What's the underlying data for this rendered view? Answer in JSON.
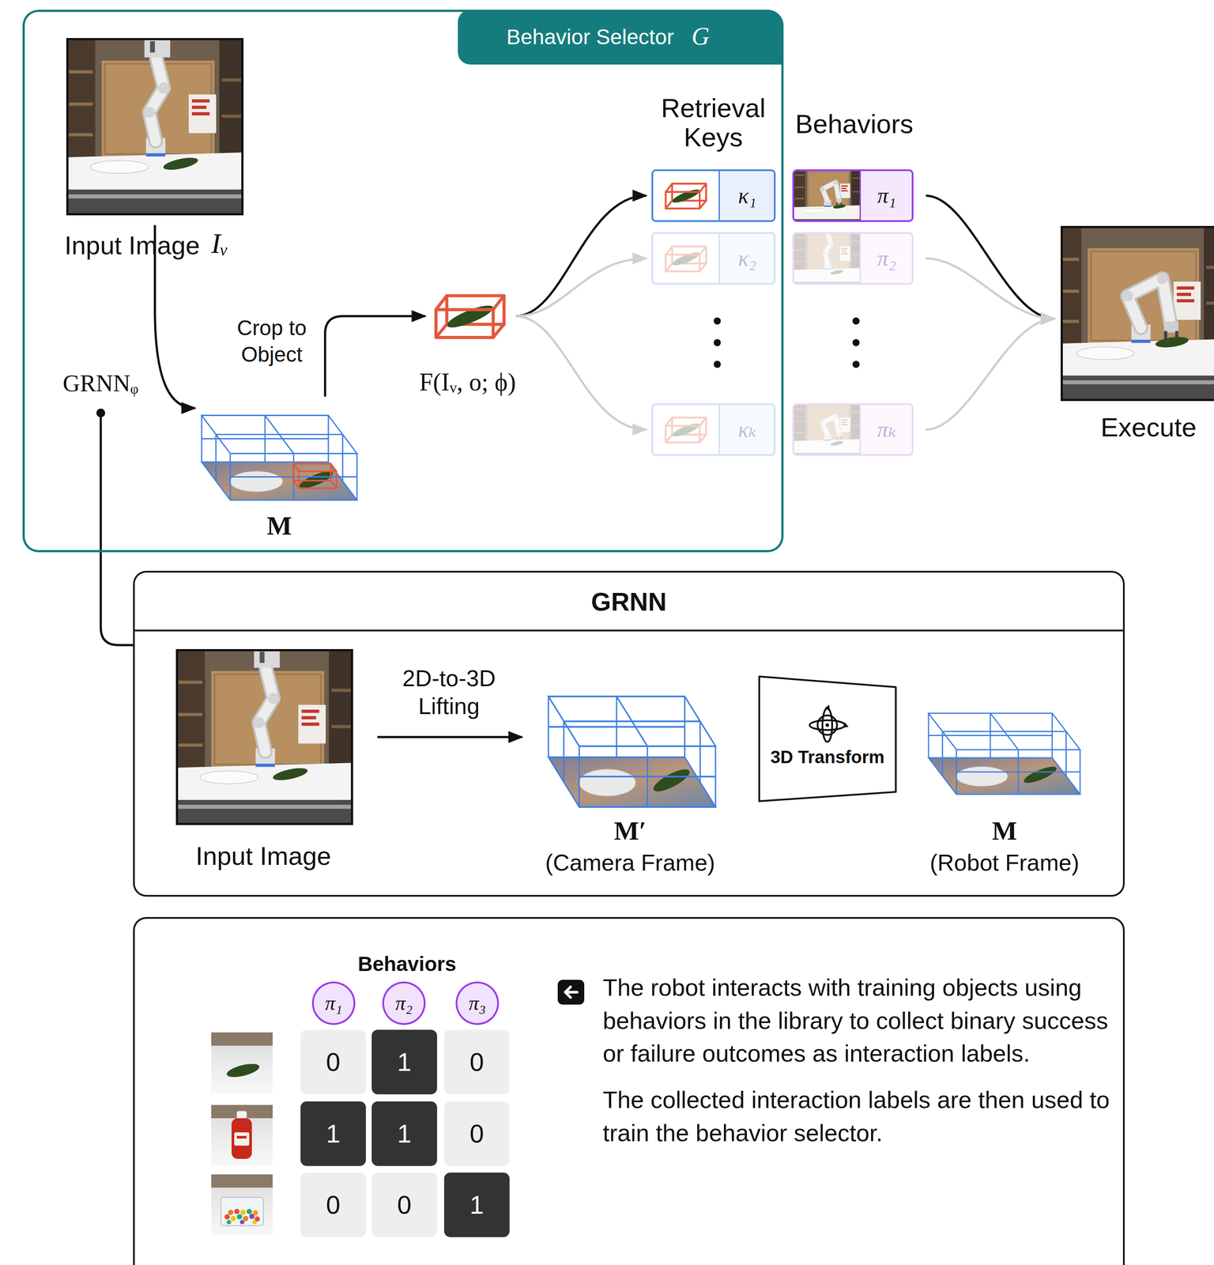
{
  "diagram": {
    "nodes": [
      {
        "text": [
          "Behavior Selector",
          "G"
        ]
      },
      {
        "text": [
          "Input Image",
          "Iᵥ"
        ],
        "in": 0
      },
      {
        "text": [
          "M"
        ],
        "in": 0
      },
      {
        "text": [
          "F(Iᵥ, o; ϕ)"
        ],
        "in": 0
      },
      {
        "text": [
          "κ₁"
        ],
        "in": 0
      },
      {
        "text": [
          "κ₂"
        ],
        "in": 0
      },
      {
        "text": [
          "κₖ"
        ],
        "in": 0
      },
      {
        "text": [
          "π₁"
        ]
      },
      {
        "text": [
          "π₂"
        ]
      },
      {
        "text": [
          "πₖ"
        ]
      },
      {
        "text": [
          "Execute"
        ]
      },
      {
        "text": [
          "GRNN"
        ]
      },
      {
        "text": [
          "Input Image"
        ],
        "in": 11
      },
      {
        "text": [
          "M′",
          "(Camera Frame)"
        ],
        "in": 11
      },
      {
        "text": [
          "3D Transform"
        ],
        "in": 11
      },
      {
        "text": [
          "M",
          "(Robot Frame)"
        ],
        "in": 11
      },
      {
        "text": [
          "The robot interacts with training objects using behaviors in the library to collect binary success or failure outcomes as interaction labels.",
          "The collected interaction labels are then used to train the behavior selector."
        ]
      },
      {
        "text": [
          "π₁"
        ],
        "in": 16
      },
      {
        "text": [
          "π₂"
        ],
        "in": 16
      },
      {
        "text": [
          "π₃"
        ],
        "in": 16
      }
    ],
    "edges": [
      {
        "from": 1,
        "to": 2,
        "arrow": "to",
        "label": "GRNNᵩ"
      },
      {
        "from": 2,
        "to": 3,
        "arrow": "to",
        "label": "Crop to Object"
      },
      {
        "from": 3,
        "to": 4,
        "arrow": "to"
      },
      {
        "from": 3,
        "to": 5,
        "arrow": "to"
      },
      {
        "from": 3,
        "to": 6,
        "arrow": "to"
      },
      {
        "from": 7,
        "to": 10,
        "arrow": "to"
      },
      {
        "from": 8,
        "to": 10,
        "arrow": "to"
      },
      {
        "from": 9,
        "to": 10,
        "arrow": "to"
      },
      {
        "from": 12,
        "to": 13,
        "arrow": "to",
        "label": "2D-to-3D Lifting"
      }
    ],
    "labels": [
      "Retrieval Keys",
      "Behaviors",
      "Behaviors",
      "0",
      "1",
      "0",
      "1",
      "1",
      "0",
      "0",
      "0",
      "1"
    ]
  }
}
